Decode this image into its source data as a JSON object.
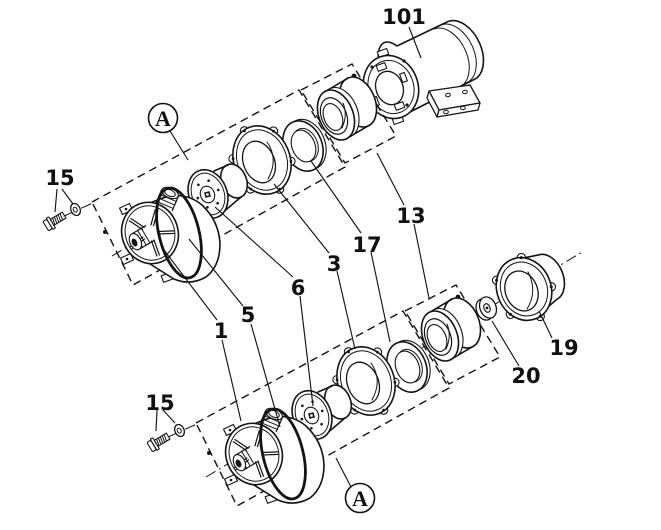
{
  "diagram": {
    "background_color": "#ffffff",
    "line_color": "#141414",
    "callouts": {
      "motor": "101",
      "screw_washer_top": "15",
      "screw_washer_bottom": "15",
      "pump_housing": "1",
      "o_ring": "5",
      "impeller": "6",
      "rear_casing": "3",
      "gasket": "17",
      "magnet_capsule": "13",
      "rear_housing": "19",
      "bushing": "20",
      "view_marker_top": "A",
      "view_marker_bottom": "A"
    }
  }
}
